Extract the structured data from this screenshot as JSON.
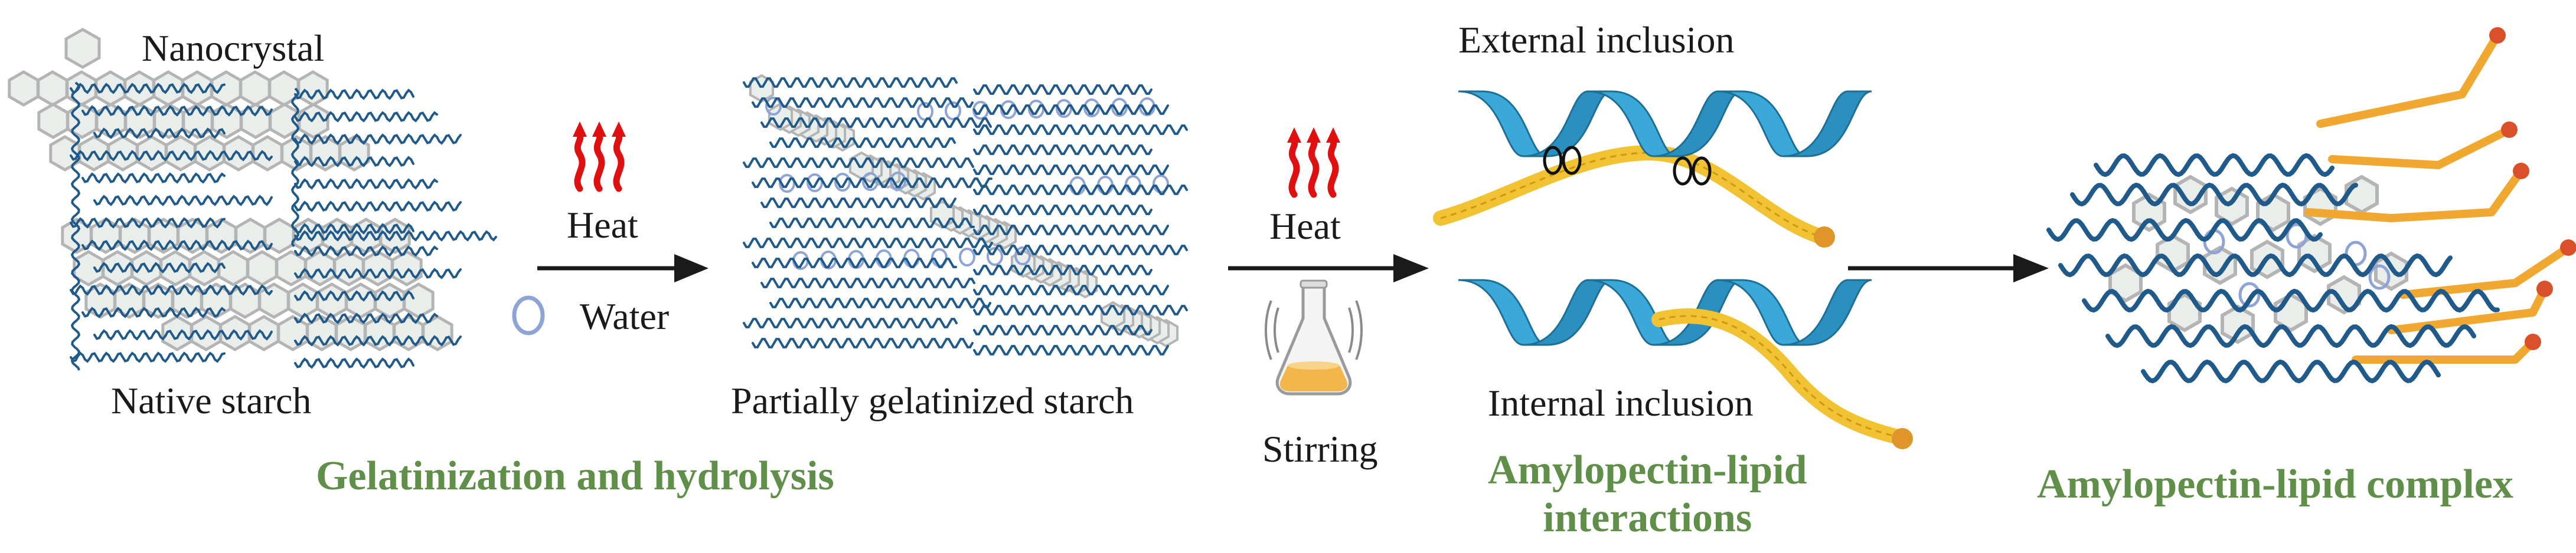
{
  "legend": {
    "nanocrystal_label": "Nanocrystal",
    "water_label": "Water"
  },
  "conditions": {
    "heat_1": "Heat",
    "heat_2": "Heat",
    "stirring": "Stirring"
  },
  "stages": {
    "native": "Native starch",
    "partial": "Partially gelatinized starch",
    "external": "External inclusion",
    "internal": "Internal inclusion"
  },
  "processes": {
    "gelatinization": "Gelatinization and hydrolysis",
    "interactions_line1": "Amylopectin-lipid",
    "interactions_line2": "interactions",
    "complex": "Amylopectin-lipid complex"
  },
  "colors": {
    "helix": "#1f5a8a",
    "nanocrystal_stroke": "#b4b4b4",
    "nanocrystal_fill": "#e9eeea",
    "water": "#8fa4d6",
    "heat": "#e01010",
    "lipid": "#f0a830",
    "lipid_head": "#d9502a",
    "ribbon": "#3aa8d8",
    "stage_text": "#5f8f48",
    "arrow": "#1a1a1a"
  }
}
